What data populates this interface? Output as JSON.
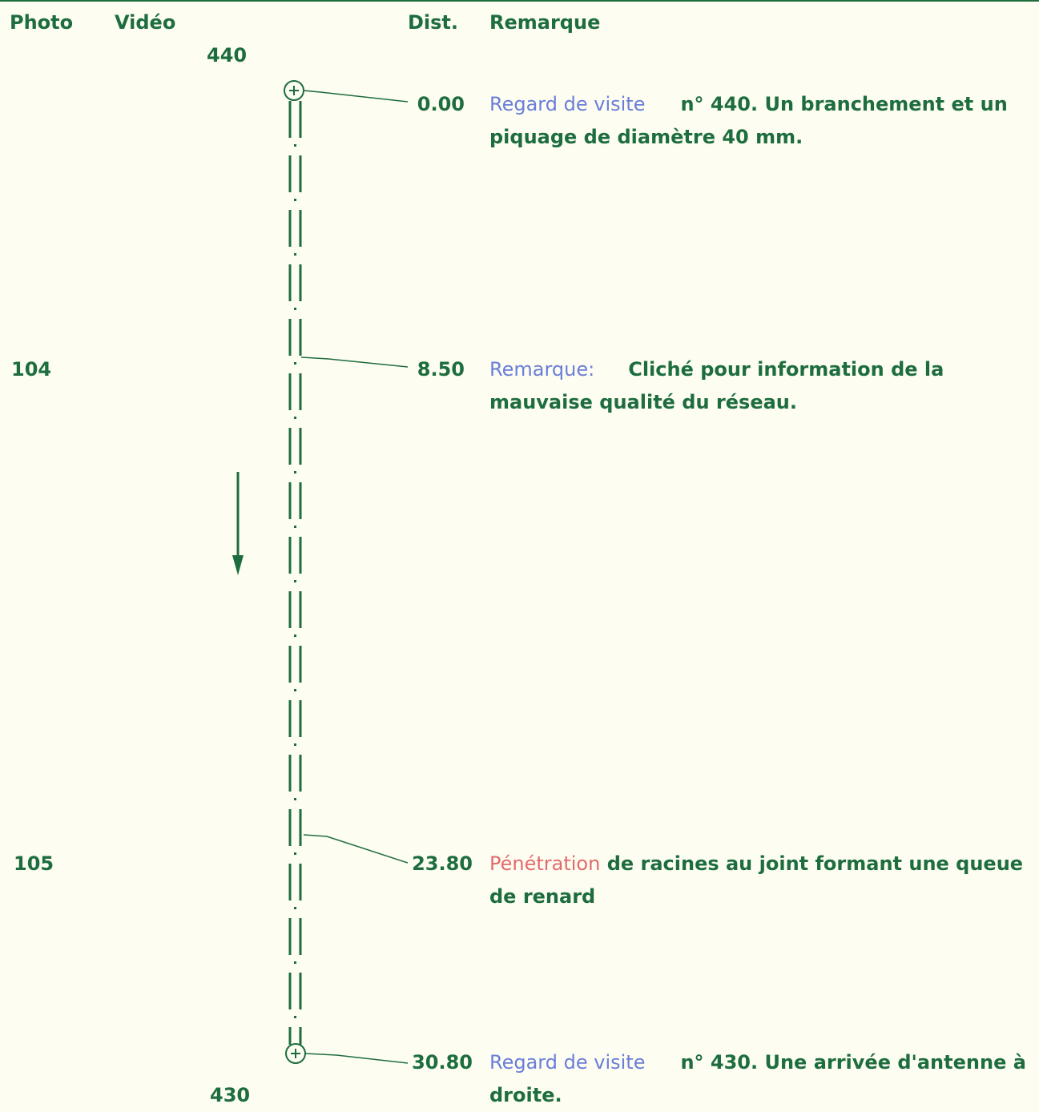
{
  "headers": {
    "photo": "Photo",
    "video": "Vidéo",
    "dist": "Dist.",
    "remark": "Remarque"
  },
  "nodes": {
    "start": "440",
    "end": "430"
  },
  "events": [
    {
      "photo": "",
      "distance": "0.00",
      "keyword": "Regard de visite",
      "keyword_style": "blue",
      "text": "n° 440. Un branchement et un piquage de diamètre 40 mm."
    },
    {
      "photo": "104",
      "distance": "8.50",
      "keyword": "Remarque:",
      "keyword_style": "blue",
      "text": "Cliché pour information de la mauvaise qualité du réseau."
    },
    {
      "photo": "105",
      "distance": "23.80",
      "keyword": "Pénétration",
      "keyword_style": "red",
      "text": "de racines au joint formant une queue de renard"
    },
    {
      "photo": "",
      "distance": "30.80",
      "keyword": "Regard de visite",
      "keyword_style": "blue",
      "text": "n° 430. Une arrivée d'antenne à droite."
    }
  ],
  "flow_direction": "down",
  "colors": {
    "line": "#1e6d3e",
    "keyword_blue": "#6a7ed8",
    "keyword_red": "#e46a6a",
    "background": "#fdfdf2"
  }
}
